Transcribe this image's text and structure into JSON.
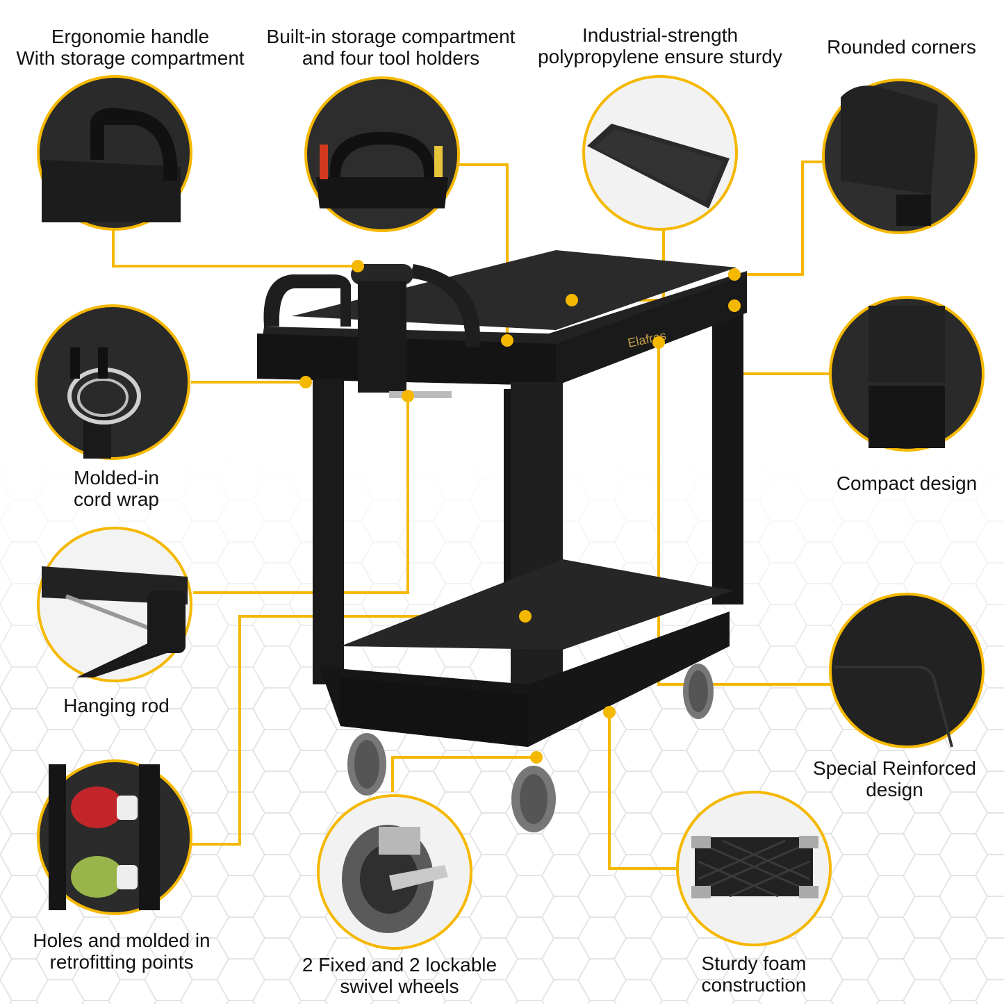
{
  "brand": {
    "logo_text": "Elafros"
  },
  "colors": {
    "accent": "#f5b800",
    "product": "#1c1c1c",
    "background": "#ffffff"
  },
  "features": [
    {
      "id": "handle",
      "lines": [
        "Ergonomie handle",
        "With storage compartment"
      ]
    },
    {
      "id": "tool-holders",
      "lines": [
        "Built-in storage compartment",
        "and four tool holders"
      ]
    },
    {
      "id": "polypropylene",
      "lines": [
        "Industrial-strength",
        "polypropylene ensure sturdy"
      ]
    },
    {
      "id": "rounded-corners",
      "lines": [
        "Rounded corners"
      ]
    },
    {
      "id": "cord-wrap",
      "lines": [
        "Molded-in",
        "cord wrap"
      ]
    },
    {
      "id": "compact",
      "lines": [
        "Compact design"
      ]
    },
    {
      "id": "hanging-rod",
      "lines": [
        "Hanging rod"
      ]
    },
    {
      "id": "reinforced",
      "lines": [
        "Special Reinforced",
        "design"
      ]
    },
    {
      "id": "holes",
      "lines": [
        "Holes and molded in",
        "retrofitting points"
      ]
    },
    {
      "id": "wheels",
      "lines": [
        "2 Fixed and 2 lockable",
        "swivel wheels"
      ]
    },
    {
      "id": "foam",
      "lines": [
        "Sturdy foam",
        "construction"
      ]
    }
  ]
}
